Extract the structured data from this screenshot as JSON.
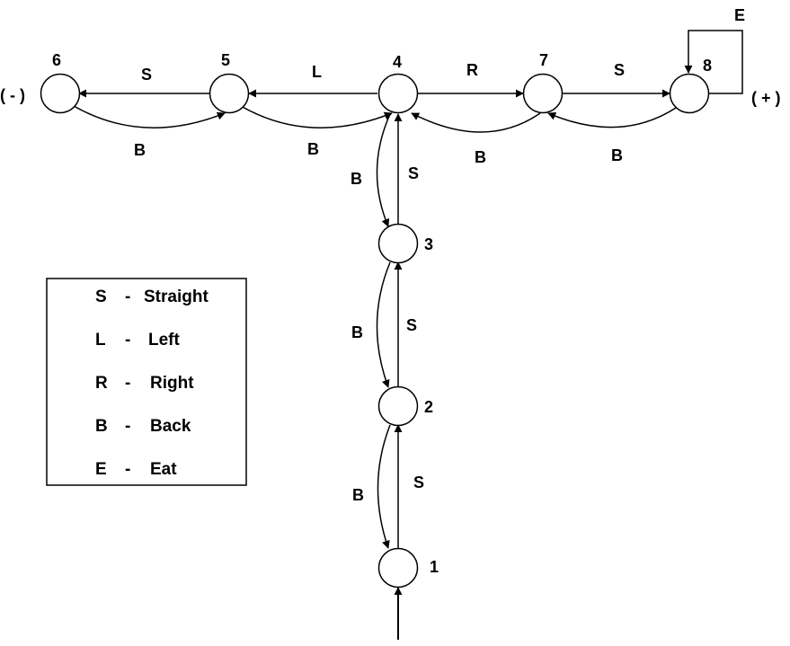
{
  "states": [
    {
      "id": "1",
      "label": "1"
    },
    {
      "id": "2",
      "label": "2"
    },
    {
      "id": "3",
      "label": "3"
    },
    {
      "id": "4",
      "label": "4"
    },
    {
      "id": "5",
      "label": "5"
    },
    {
      "id": "6",
      "label": "6"
    },
    {
      "id": "7",
      "label": "7"
    },
    {
      "id": "8",
      "label": "8"
    }
  ],
  "terminals": {
    "negative": "( - )",
    "positive": "( + )"
  },
  "transitions": [
    {
      "from": "1",
      "to": "2",
      "label": "S"
    },
    {
      "from": "2",
      "to": "1",
      "label": "B"
    },
    {
      "from": "2",
      "to": "3",
      "label": "S"
    },
    {
      "from": "3",
      "to": "2",
      "label": "B"
    },
    {
      "from": "3",
      "to": "4",
      "label": "S"
    },
    {
      "from": "4",
      "to": "3",
      "label": "B"
    },
    {
      "from": "4",
      "to": "5",
      "label": "L"
    },
    {
      "from": "5",
      "to": "4",
      "label": "B"
    },
    {
      "from": "5",
      "to": "6",
      "label": "S"
    },
    {
      "from": "6",
      "to": "5",
      "label": "B"
    },
    {
      "from": "4",
      "to": "7",
      "label": "R"
    },
    {
      "from": "7",
      "to": "4",
      "label": "B"
    },
    {
      "from": "7",
      "to": "8",
      "label": "S"
    },
    {
      "from": "8",
      "to": "7",
      "label": "B"
    },
    {
      "from": "8",
      "to": "8",
      "label": "E"
    }
  ],
  "legend": [
    {
      "key": "S",
      "sep": "-",
      "meaning": "Straight"
    },
    {
      "key": "L",
      "sep": "-",
      "meaning": "Left"
    },
    {
      "key": "R",
      "sep": "-",
      "meaning": "Right"
    },
    {
      "key": "B",
      "sep": "-",
      "meaning": "Back"
    },
    {
      "key": "E",
      "sep": "-",
      "meaning": "Eat"
    }
  ]
}
